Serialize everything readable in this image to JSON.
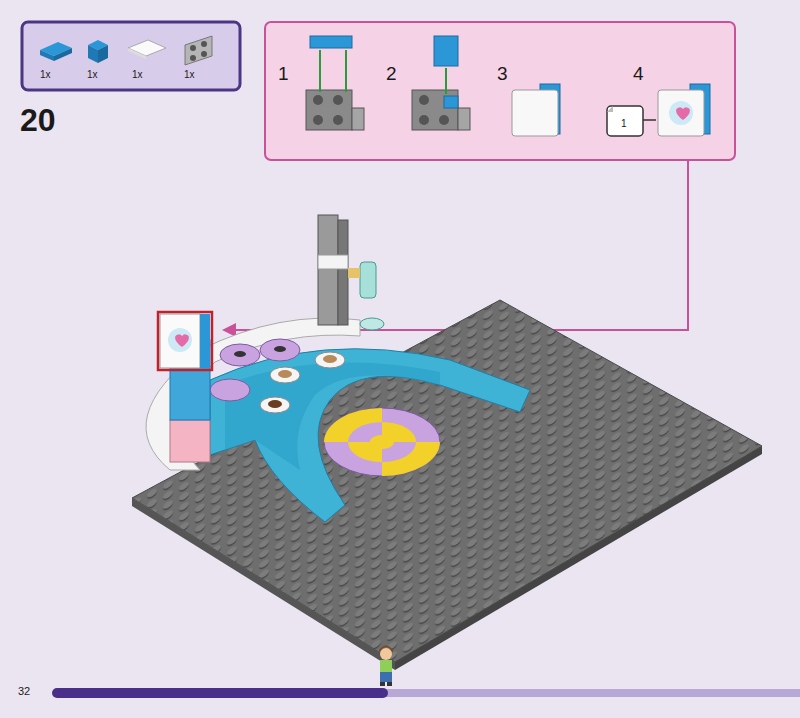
{
  "diagram": {
    "labels": [
      "1x",
      "1x",
      "1x",
      "1x",
      "20",
      "1",
      "2",
      "3",
      "4",
      "1",
      "32"
    ]
  }
}
